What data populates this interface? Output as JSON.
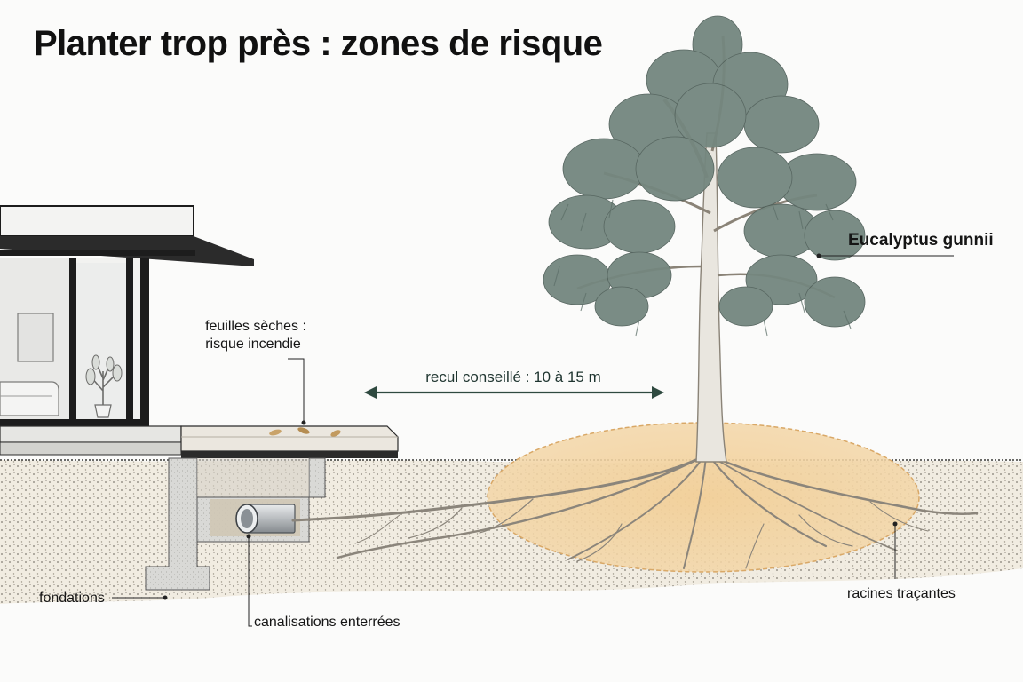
{
  "title": "Planter trop près : zones de risque",
  "labels": {
    "tree_name": "Eucalyptus gunnii",
    "dry_leaves_line1": "feuilles sèches :",
    "dry_leaves_line2": "risque incendie",
    "setback": "recul conseillé : 10 à 15 m",
    "foundations": "fondations",
    "pipes": "canalisations enterrées",
    "roots": "racines traçantes"
  },
  "colors": {
    "arrow": "#2f4a40",
    "root_zone": "#f0cd97",
    "foliage": "#6e837b",
    "soil": "#e8e1d3"
  }
}
